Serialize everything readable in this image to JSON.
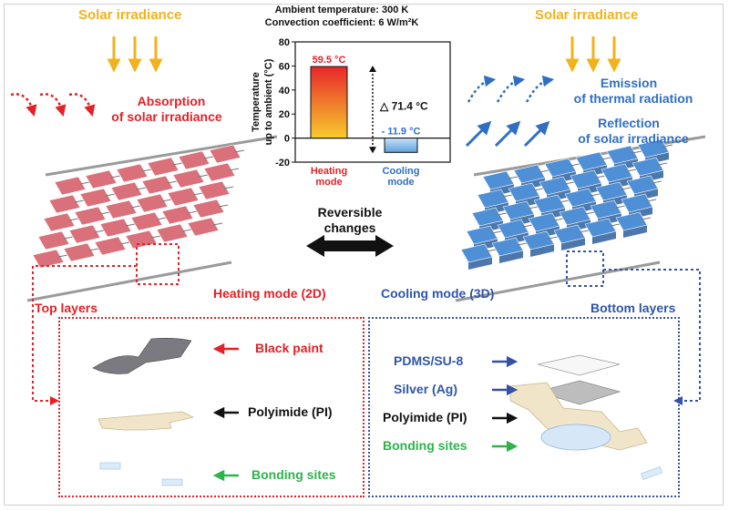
{
  "top_left": {
    "solar": "Solar irradiance",
    "absorption_line1": "Absorption",
    "absorption_line2": "of solar irradiance"
  },
  "top_right": {
    "solar": "Solar irradiance",
    "emission_line1": "Emission",
    "emission_line2": "of thermal radiation",
    "reflection_line1": "Reflection",
    "reflection_line2": "of solar irradiance"
  },
  "chart_header": {
    "line1": "Ambient temperature: 300 K",
    "line2": "Convection coefficient: 6 W/m²K"
  },
  "chart_data": {
    "type": "bar",
    "categories": [
      "Heating\nmode",
      "Cooling\nmode"
    ],
    "category_lines": [
      [
        "Heating",
        "mode"
      ],
      [
        "Cooling",
        "mode"
      ]
    ],
    "values": [
      59.5,
      -11.9
    ],
    "value_labels": [
      "59.5 °C",
      "- 11.9 °C"
    ],
    "ylabel_line1": "Temperature",
    "ylabel_line2": "up to ambient (°C)",
    "ylim": [
      -20,
      80
    ],
    "yticks": [
      "-20",
      "0",
      "20",
      "40",
      "60",
      "80"
    ],
    "difference_label": "△ 71.4 °C",
    "colors": {
      "heating_top": "#e8262a",
      "heating_bottom": "#f6cc2c",
      "cooling_top": "#c9e2f8",
      "cooling_bottom": "#5aa2e0"
    }
  },
  "center": {
    "reversible_line1": "Reversible",
    "reversible_line2": "changes"
  },
  "modes": {
    "heating": "Heating mode (2D)",
    "cooling": "Cooling mode (3D)"
  },
  "top_layers": {
    "title": "Top layers",
    "items": [
      "Black paint",
      "Polyimide (PI)",
      "Bonding sites"
    ]
  },
  "bottom_layers": {
    "title": "Bottom layers",
    "items": [
      "PDMS/SU-8",
      "Silver (Ag)",
      "Polyimide (PI)",
      "Bonding sites"
    ]
  },
  "palette": {
    "red": "#e32126",
    "blue": "#2f6fc2",
    "orange": "#f2b21b",
    "green": "#2db34a",
    "navy": "#3550a8"
  }
}
